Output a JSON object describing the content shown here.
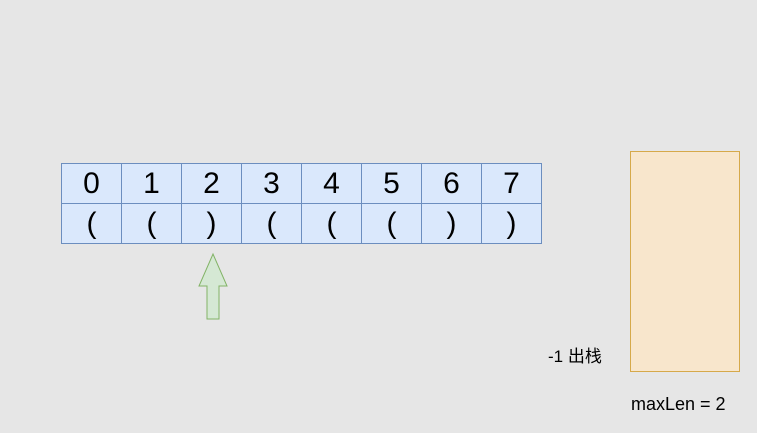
{
  "array": {
    "indices": [
      "0",
      "1",
      "2",
      "3",
      "4",
      "5",
      "6",
      "7"
    ],
    "chars": [
      "(",
      "(",
      ")",
      "(",
      "(",
      "(",
      ")",
      ")"
    ]
  },
  "pointer": {
    "index": 2,
    "icon": "up-arrow-icon",
    "fill_color": "#d5e8d4",
    "stroke_color": "#82b366"
  },
  "stack": {
    "label": "-1 出栈",
    "fill_color": "#f8e6cc",
    "stroke_color": "#d6a94a"
  },
  "result": {
    "text": "maxLen = 2"
  },
  "colors": {
    "cell_fill": "#dae8fc",
    "cell_stroke": "#6c8ebf",
    "background": "#e6e6e6"
  }
}
